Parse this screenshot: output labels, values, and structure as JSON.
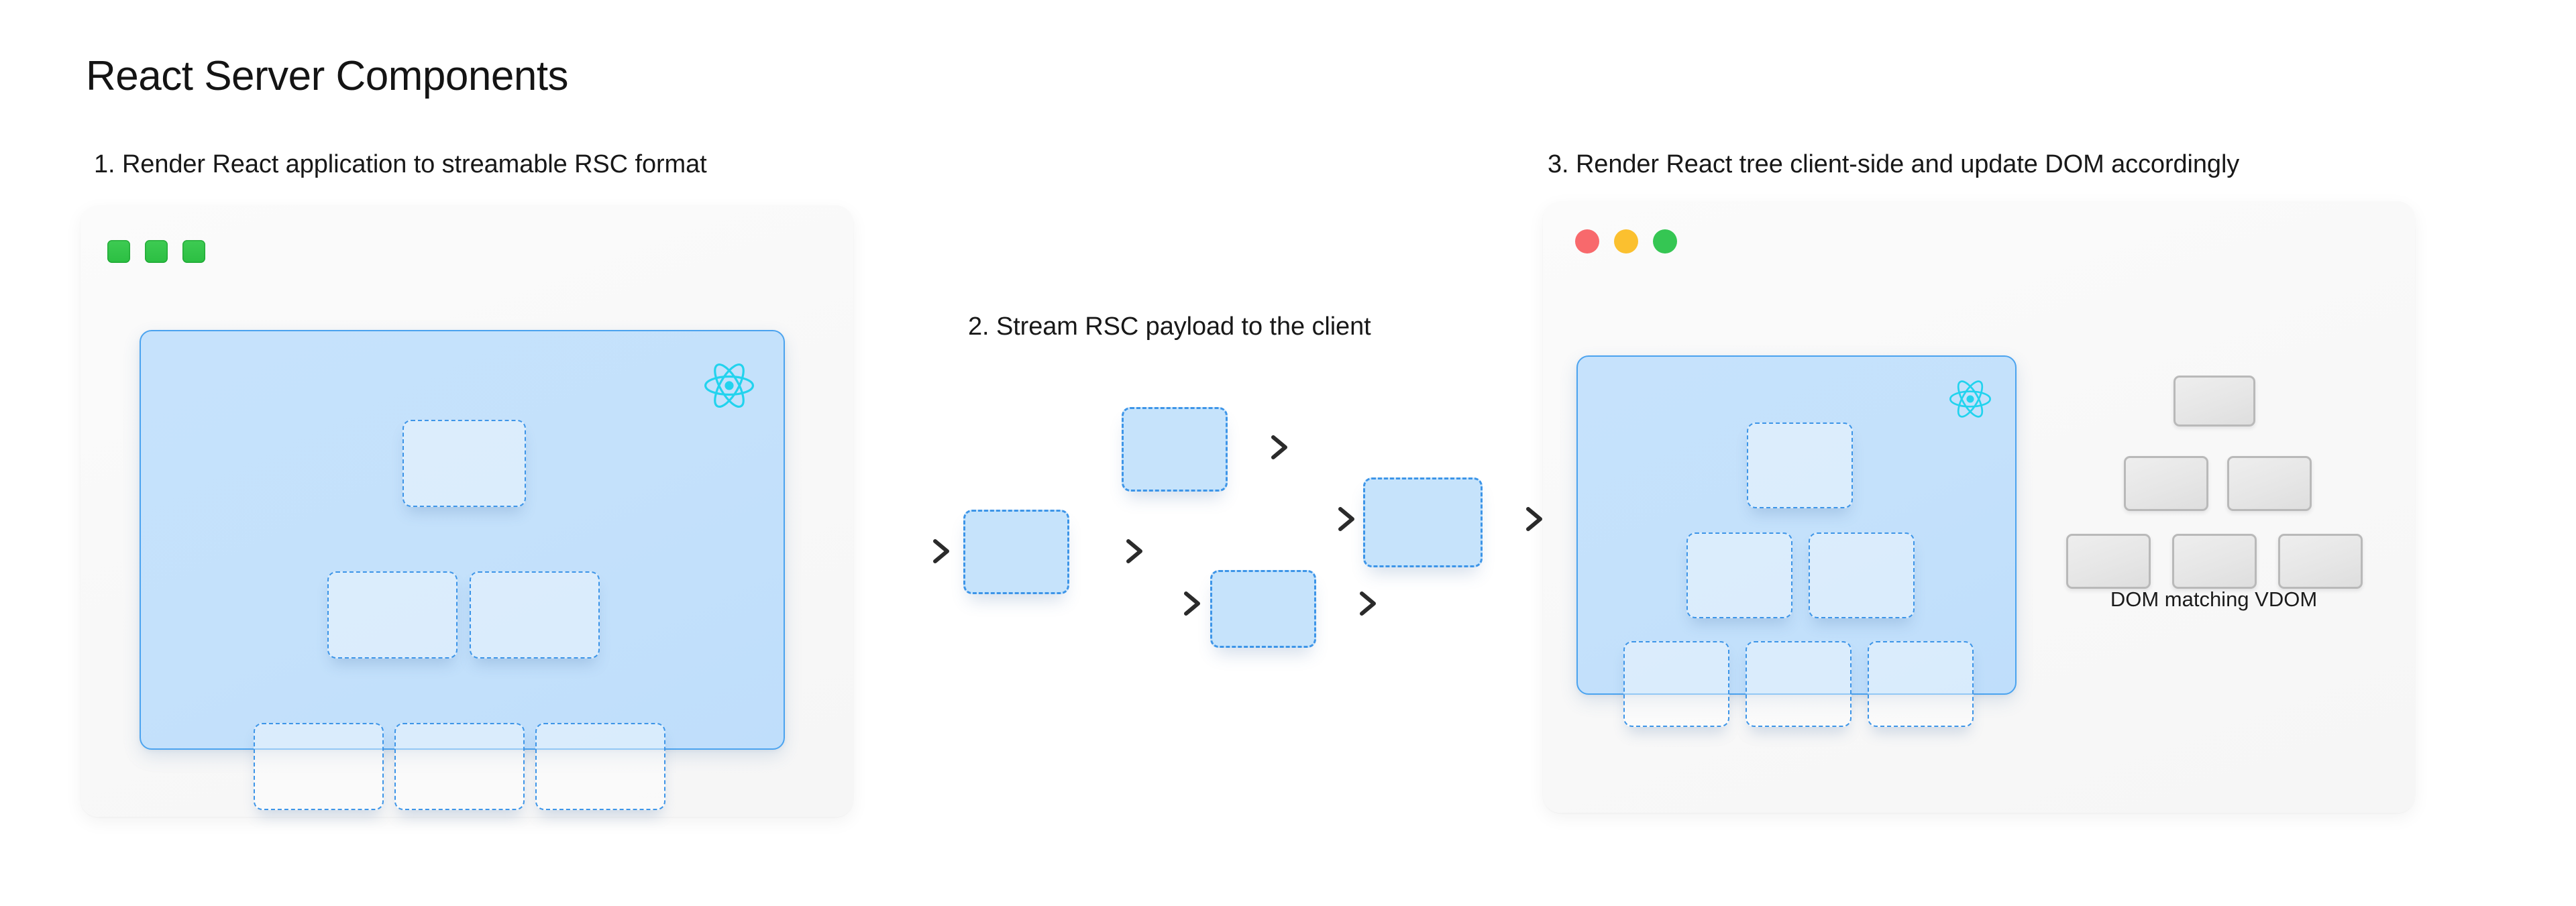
{
  "page": {
    "title": "React Server Components",
    "background_color": "#ffffff"
  },
  "colors": {
    "react_cyan": "#22d3ee",
    "blue_border": "#4ba3ef",
    "blue_card_fill": "#c6e2fc",
    "dashed_blue": "#3d95e8",
    "dom_grey_fill": "#e9e9e9",
    "dom_grey_border": "#b9b9b9",
    "dot_green": "#35c653",
    "dot_red": "#f8696c",
    "dot_yellow": "#fbc02f",
    "text": "#141414"
  },
  "steps": [
    {
      "index": "1",
      "heading": "1. Render React application to streamable RSC format"
    },
    {
      "index": "2",
      "heading": "2. Stream RSC payload to the client"
    },
    {
      "index": "3",
      "heading": "3. Render React tree client-side and update DOM accordingly"
    }
  ],
  "panel1": {
    "heading": "1. Render React application to streamable RSC format",
    "window_dots": [
      {
        "name": "window-dot-1",
        "shape": "square",
        "color": "#35c653"
      },
      {
        "name": "window-dot-2",
        "shape": "square",
        "color": "#35c653"
      },
      {
        "name": "window-dot-3",
        "shape": "square",
        "color": "#35c653"
      }
    ],
    "react_logo": "react-logo-icon",
    "tree_nodes": [
      {
        "id": "root",
        "row": 1,
        "col": 1
      },
      {
        "id": "a",
        "row": 2,
        "col": 1
      },
      {
        "id": "b",
        "row": 2,
        "col": 2
      },
      {
        "id": "c",
        "row": 3,
        "col": 1
      },
      {
        "id": "d",
        "row": 3,
        "col": 2
      },
      {
        "id": "e",
        "row": 3,
        "col": 3
      }
    ]
  },
  "panel2": {
    "heading": "2. Stream RSC payload to the client",
    "stream_nodes": [
      {
        "id": "chunk-left",
        "label": ""
      },
      {
        "id": "chunk-top",
        "label": ""
      },
      {
        "id": "chunk-bottom",
        "label": ""
      },
      {
        "id": "chunk-right",
        "label": ""
      }
    ],
    "arrows": [
      {
        "id": "arrow-into-left"
      },
      {
        "id": "arrow-out-left"
      },
      {
        "id": "arrow-into-top"
      },
      {
        "id": "arrow-out-top"
      },
      {
        "id": "arrow-into-bottom"
      },
      {
        "id": "arrow-out-bottom"
      },
      {
        "id": "arrow-into-right"
      },
      {
        "id": "arrow-out-right"
      }
    ]
  },
  "panel3": {
    "heading": "3. Render React tree client-side and update DOM accordingly",
    "window_dots": [
      {
        "name": "window-dot-close",
        "shape": "circle",
        "color": "#f8696c"
      },
      {
        "name": "window-dot-minimize",
        "shape": "circle",
        "color": "#fbc02f"
      },
      {
        "name": "window-dot-maximize",
        "shape": "circle",
        "color": "#35c653"
      }
    ],
    "react_logo": "react-logo-icon",
    "tree_nodes": [
      {
        "id": "root",
        "row": 1,
        "col": 1
      },
      {
        "id": "a",
        "row": 2,
        "col": 1
      },
      {
        "id": "b",
        "row": 2,
        "col": 2
      },
      {
        "id": "c",
        "row": 3,
        "col": 1
      },
      {
        "id": "d",
        "row": 3,
        "col": 2
      },
      {
        "id": "e",
        "row": 3,
        "col": 3
      }
    ],
    "dom_tree": {
      "caption": "DOM matching VDOM",
      "nodes": [
        {
          "id": "dom-root",
          "row": 1,
          "col": 1
        },
        {
          "id": "dom-a",
          "row": 2,
          "col": 1
        },
        {
          "id": "dom-b",
          "row": 2,
          "col": 2
        },
        {
          "id": "dom-c",
          "row": 3,
          "col": 1
        },
        {
          "id": "dom-d",
          "row": 3,
          "col": 2
        },
        {
          "id": "dom-e",
          "row": 3,
          "col": 3
        }
      ]
    }
  }
}
